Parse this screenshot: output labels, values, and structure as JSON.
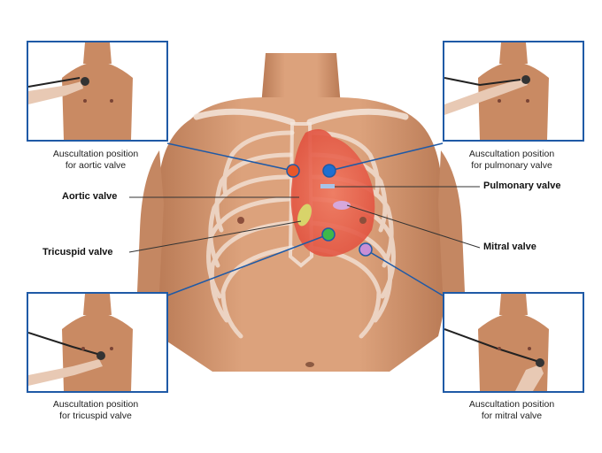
{
  "thumbnails": {
    "aortic": {
      "caption_line1": "Auscultation position",
      "caption_line2": "for aortic valve"
    },
    "pulmonary": {
      "caption_line1": "Auscultation position",
      "caption_line2": "for pulmonary valve"
    },
    "tricuspid": {
      "caption_line1": "Auscultation position",
      "caption_line2": "for tricuspid valve"
    },
    "mitral": {
      "caption_line1": "Auscultation position",
      "caption_line2": "for mitral valve"
    }
  },
  "labels": {
    "aortic_valve": "Aortic valve",
    "pulmonary_valve": "Pulmonary valve",
    "tricuspid_valve": "Tricuspid valve",
    "mitral_valve": "Mitral valve"
  },
  "colors": {
    "frame_blue": "#1f5aa6",
    "aortic_marker": "#e8572a",
    "pulmonary_marker": "#1f6fd1",
    "tricuspid_marker": "#3fb84a",
    "mitral_marker": "#c98fd6",
    "skin": "#d9a07a",
    "heart": "#e9604e",
    "rib": "#f4e6dc"
  }
}
